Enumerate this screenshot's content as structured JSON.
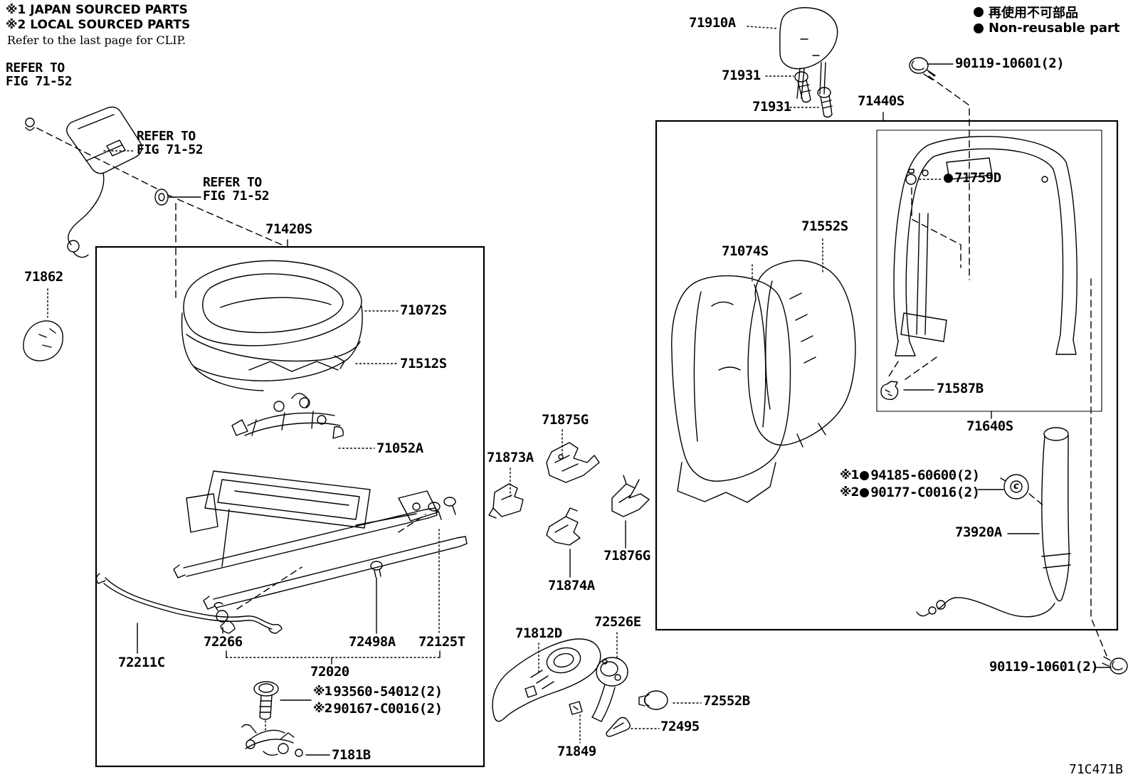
{
  "colors": {
    "line": "#000000",
    "background": "#ffffff"
  },
  "notes": {
    "line1": "※1 JAPAN SOURCED PARTS",
    "line2": "※2 LOCAL SOURCED PARTS",
    "line3": "Refer to the last page for CLIP."
  },
  "legend": {
    "jp": "再使用不可部品",
    "en": "Non-reusable part"
  },
  "refer_note": {
    "line1": "REFER TO",
    "line2": "FIG 71-52"
  },
  "footer": {
    "drawing_code": "71C471B"
  },
  "parts": {
    "headrest": "71910A",
    "headrest_bolt_upper": "71931",
    "headrest_bolt_lower": "71931",
    "bolt_top_right": "90119-10601(2)",
    "seatback_assy": "71440S",
    "seatback_clip": "71759D",
    "seatback_pad": "71552S",
    "seatback_cover": "71074S",
    "frame_clip": "71587B",
    "seatback_frame": "71640S",
    "nut1_prefix": "※1",
    "nut1": "94185-60600(2)",
    "nut2_prefix": "※2",
    "nut2": "90177-C0016(2)",
    "belt_retractor": "73920A",
    "bolt_bottom_right": "90119-10601(2)",
    "shield": "71862",
    "cushion_assy": "71420S",
    "cushion_pad": "71072S",
    "cushion_frame": "71512S",
    "cushion_spring": "71052A",
    "bracket_a": "71873A",
    "bracket_b": "71875G",
    "bracket_c": "71876G",
    "bracket_d": "71874A",
    "track_clip": "72266",
    "track_bolt": "72498A",
    "track_stopper": "72125T",
    "torsion_bar": "72211C",
    "track_assy": "72020",
    "screw1_prefix": "※1",
    "screw1": "93560-54012(2)",
    "screw2_prefix": "※2",
    "screw2": "90167-C0016(2)",
    "track_lock": "7181B",
    "side_shield": "71812D",
    "recliner_handle": "72526E",
    "shield_clip": "71849",
    "knob": "72552B",
    "shield_clip2": "72495",
    "nut_marking": "c"
  }
}
